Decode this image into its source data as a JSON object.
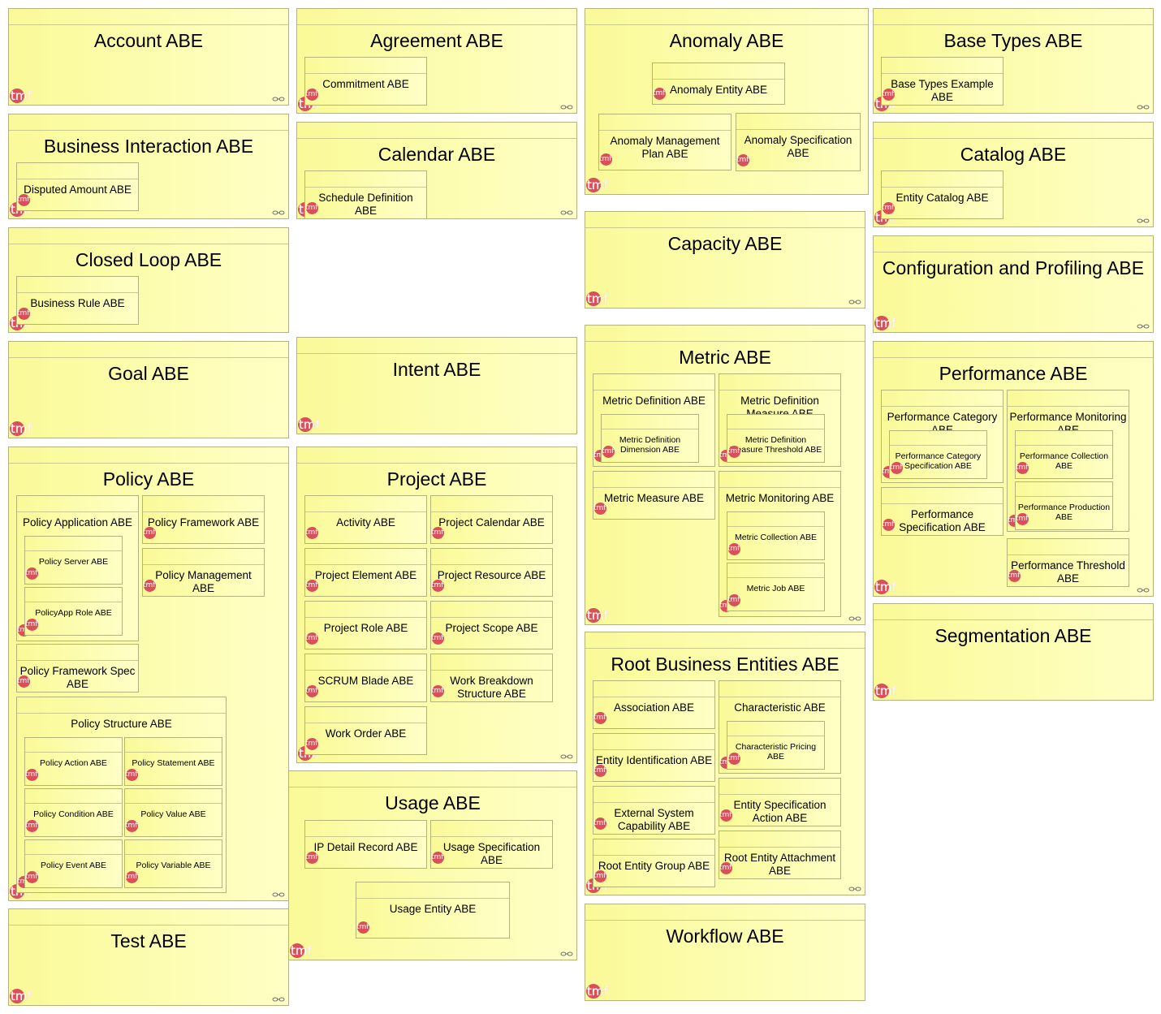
{
  "logo_text": "tmf",
  "logo_color": "#d9505a",
  "fill_colors": [
    "#fafa98",
    "#ffffc6"
  ],
  "link_icon": "link-chain-icon",
  "abe_groups": {
    "account": {
      "title": "Account ABE"
    },
    "agreement": {
      "title": "Agreement ABE",
      "children": {
        "commitment": "Commitment ABE"
      }
    },
    "anomaly": {
      "title": "Anomaly ABE",
      "children": {
        "entity": "Anomaly Entity ABE",
        "management_plan": "Anomaly Management Plan ABE",
        "specification": "Anomaly Specification ABE"
      }
    },
    "base_types": {
      "title": "Base Types ABE",
      "children": {
        "example": "Base Types Example ABE"
      }
    },
    "business_interaction": {
      "title": "Business Interaction ABE",
      "children": {
        "disputed_amount": "Disputed Amount ABE"
      }
    },
    "calendar": {
      "title": "Calendar ABE",
      "children": {
        "schedule_definition": "Schedule Definition ABE"
      }
    },
    "capacity": {
      "title": "Capacity ABE"
    },
    "catalog": {
      "title": "Catalog ABE",
      "children": {
        "entity_catalog": "Entity Catalog ABE"
      }
    },
    "closed_loop": {
      "title": "Closed Loop ABE",
      "children": {
        "business_rule": "Business Rule ABE"
      }
    },
    "configuration_profiling": {
      "title": "Configuration and Profiling ABE"
    },
    "goal": {
      "title": "Goal ABE"
    },
    "intent": {
      "title": "Intent ABE"
    },
    "metric": {
      "title": "Metric ABE",
      "children": {
        "definition": "Metric Definition ABE",
        "definition_dimension": "Metric Definition Dimension ABE",
        "definition_measure": "Metric Definition Measure ABE",
        "definition_measure_threshold": "Metric Definition Measure Threshold ABE",
        "measure": "Metric Measure ABE",
        "monitoring": "Metric Monitoring ABE",
        "collection": "Metric Collection ABE",
        "job": "Metric Job ABE"
      }
    },
    "performance": {
      "title": "Performance ABE",
      "children": {
        "category": "Performance Category ABE",
        "category_spec": "Performance Category Specification ABE",
        "monitoring": "Performance Monitoring ABE",
        "collection": "Performance Collection ABE",
        "production": "Performance Production ABE",
        "specification": "Performance Specification ABE",
        "threshold": "Performance Threshold ABE"
      }
    },
    "policy": {
      "title": "Policy ABE",
      "children": {
        "application": "Policy Application ABE",
        "server": "Policy Server ABE",
        "app_role": "PolicyApp Role ABE",
        "framework": "Policy Framework ABE",
        "management": "Policy Management ABE",
        "framework_spec": "Policy Framework Spec ABE",
        "structure": "Policy Structure ABE",
        "action": "Policy Action ABE",
        "statement": "Policy Statement ABE",
        "condition": "Policy Condition ABE",
        "value": "Policy Value ABE",
        "event": "Policy Event ABE",
        "variable": "Policy Variable ABE"
      }
    },
    "project": {
      "title": "Project ABE",
      "children": {
        "activity": "Activity ABE",
        "calendar": "Project Calendar ABE",
        "element": "Project Element ABE",
        "resource": "Project Resource ABE",
        "role": "Project Role ABE",
        "scope": "Project Scope ABE",
        "scrum_blade": "SCRUM Blade ABE",
        "work_breakdown": "Work Breakdown Structure ABE",
        "work_order": "Work Order ABE"
      }
    },
    "root_business_entities": {
      "title": "Root Business Entities ABE",
      "children": {
        "association": "Association ABE",
        "characteristic": "Characteristic ABE",
        "characteristic_pricing": "Characteristic Pricing ABE",
        "entity_identification": "Entity Identification ABE",
        "external_system": "External System Capability ABE",
        "entity_spec_action": "Entity Specification Action ABE",
        "root_entity_group": "Root Entity Group ABE",
        "root_entity_attachment": "Root Entity Attachment ABE"
      }
    },
    "segmentation": {
      "title": "Segmentation ABE"
    },
    "test": {
      "title": "Test ABE"
    },
    "usage": {
      "title": "Usage ABE",
      "children": {
        "ip_detail": "IP Detail Record ABE",
        "usage_spec": "Usage Specification ABE",
        "usage_entity": "Usage Entity ABE"
      }
    },
    "workflow": {
      "title": "Workflow ABE"
    }
  }
}
